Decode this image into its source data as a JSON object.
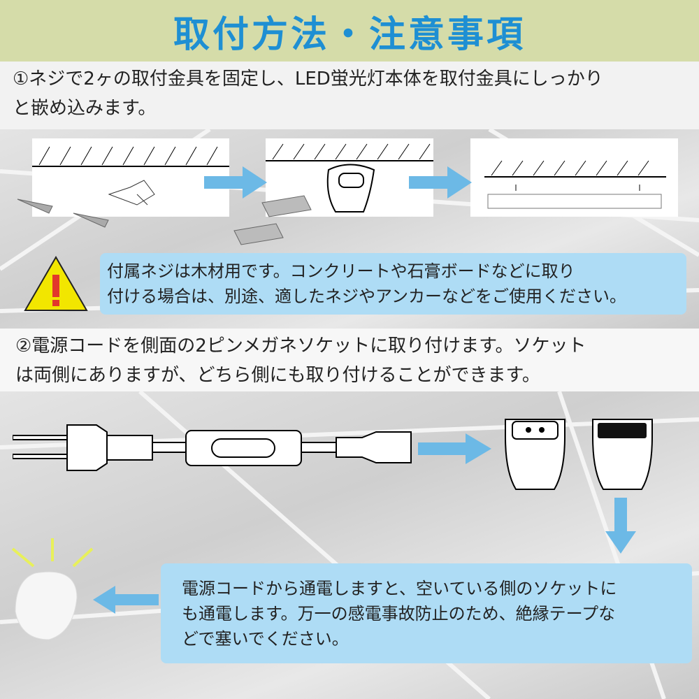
{
  "title": "取付方法・注意事項",
  "step1": {
    "line1": "①ネジで2ヶの取付金具を固定し、LED蛍光灯本体を取付金具にしっかり",
    "line2": "と嵌め込みます。"
  },
  "warning_note": {
    "line1": "付属ネジは木材用です。コンクリートや石膏ボードなどに取り",
    "line2": "付ける場合は、別途、適したネジやアンカーなどをご使用ください。"
  },
  "step2": {
    "line1": "②電源コードを側面の2ピンメガネソケットに取り付けます。ソケット",
    "line2": "は両側にありますが、どちら側にも取り付けることができます。"
  },
  "caution_note": {
    "line1": "電源コードから通電しますと、空いている側のソケットに",
    "line2": "も通電します。万一の感電事故防止のため、絶縁テープな",
    "line3": "どで塞いでください。"
  },
  "colors": {
    "title": "#1e8fd3",
    "title_bg": "#d5dca9",
    "note_bg": "#aedcf5",
    "arrow": "#6cb9e6",
    "warning": "#f2e600"
  }
}
